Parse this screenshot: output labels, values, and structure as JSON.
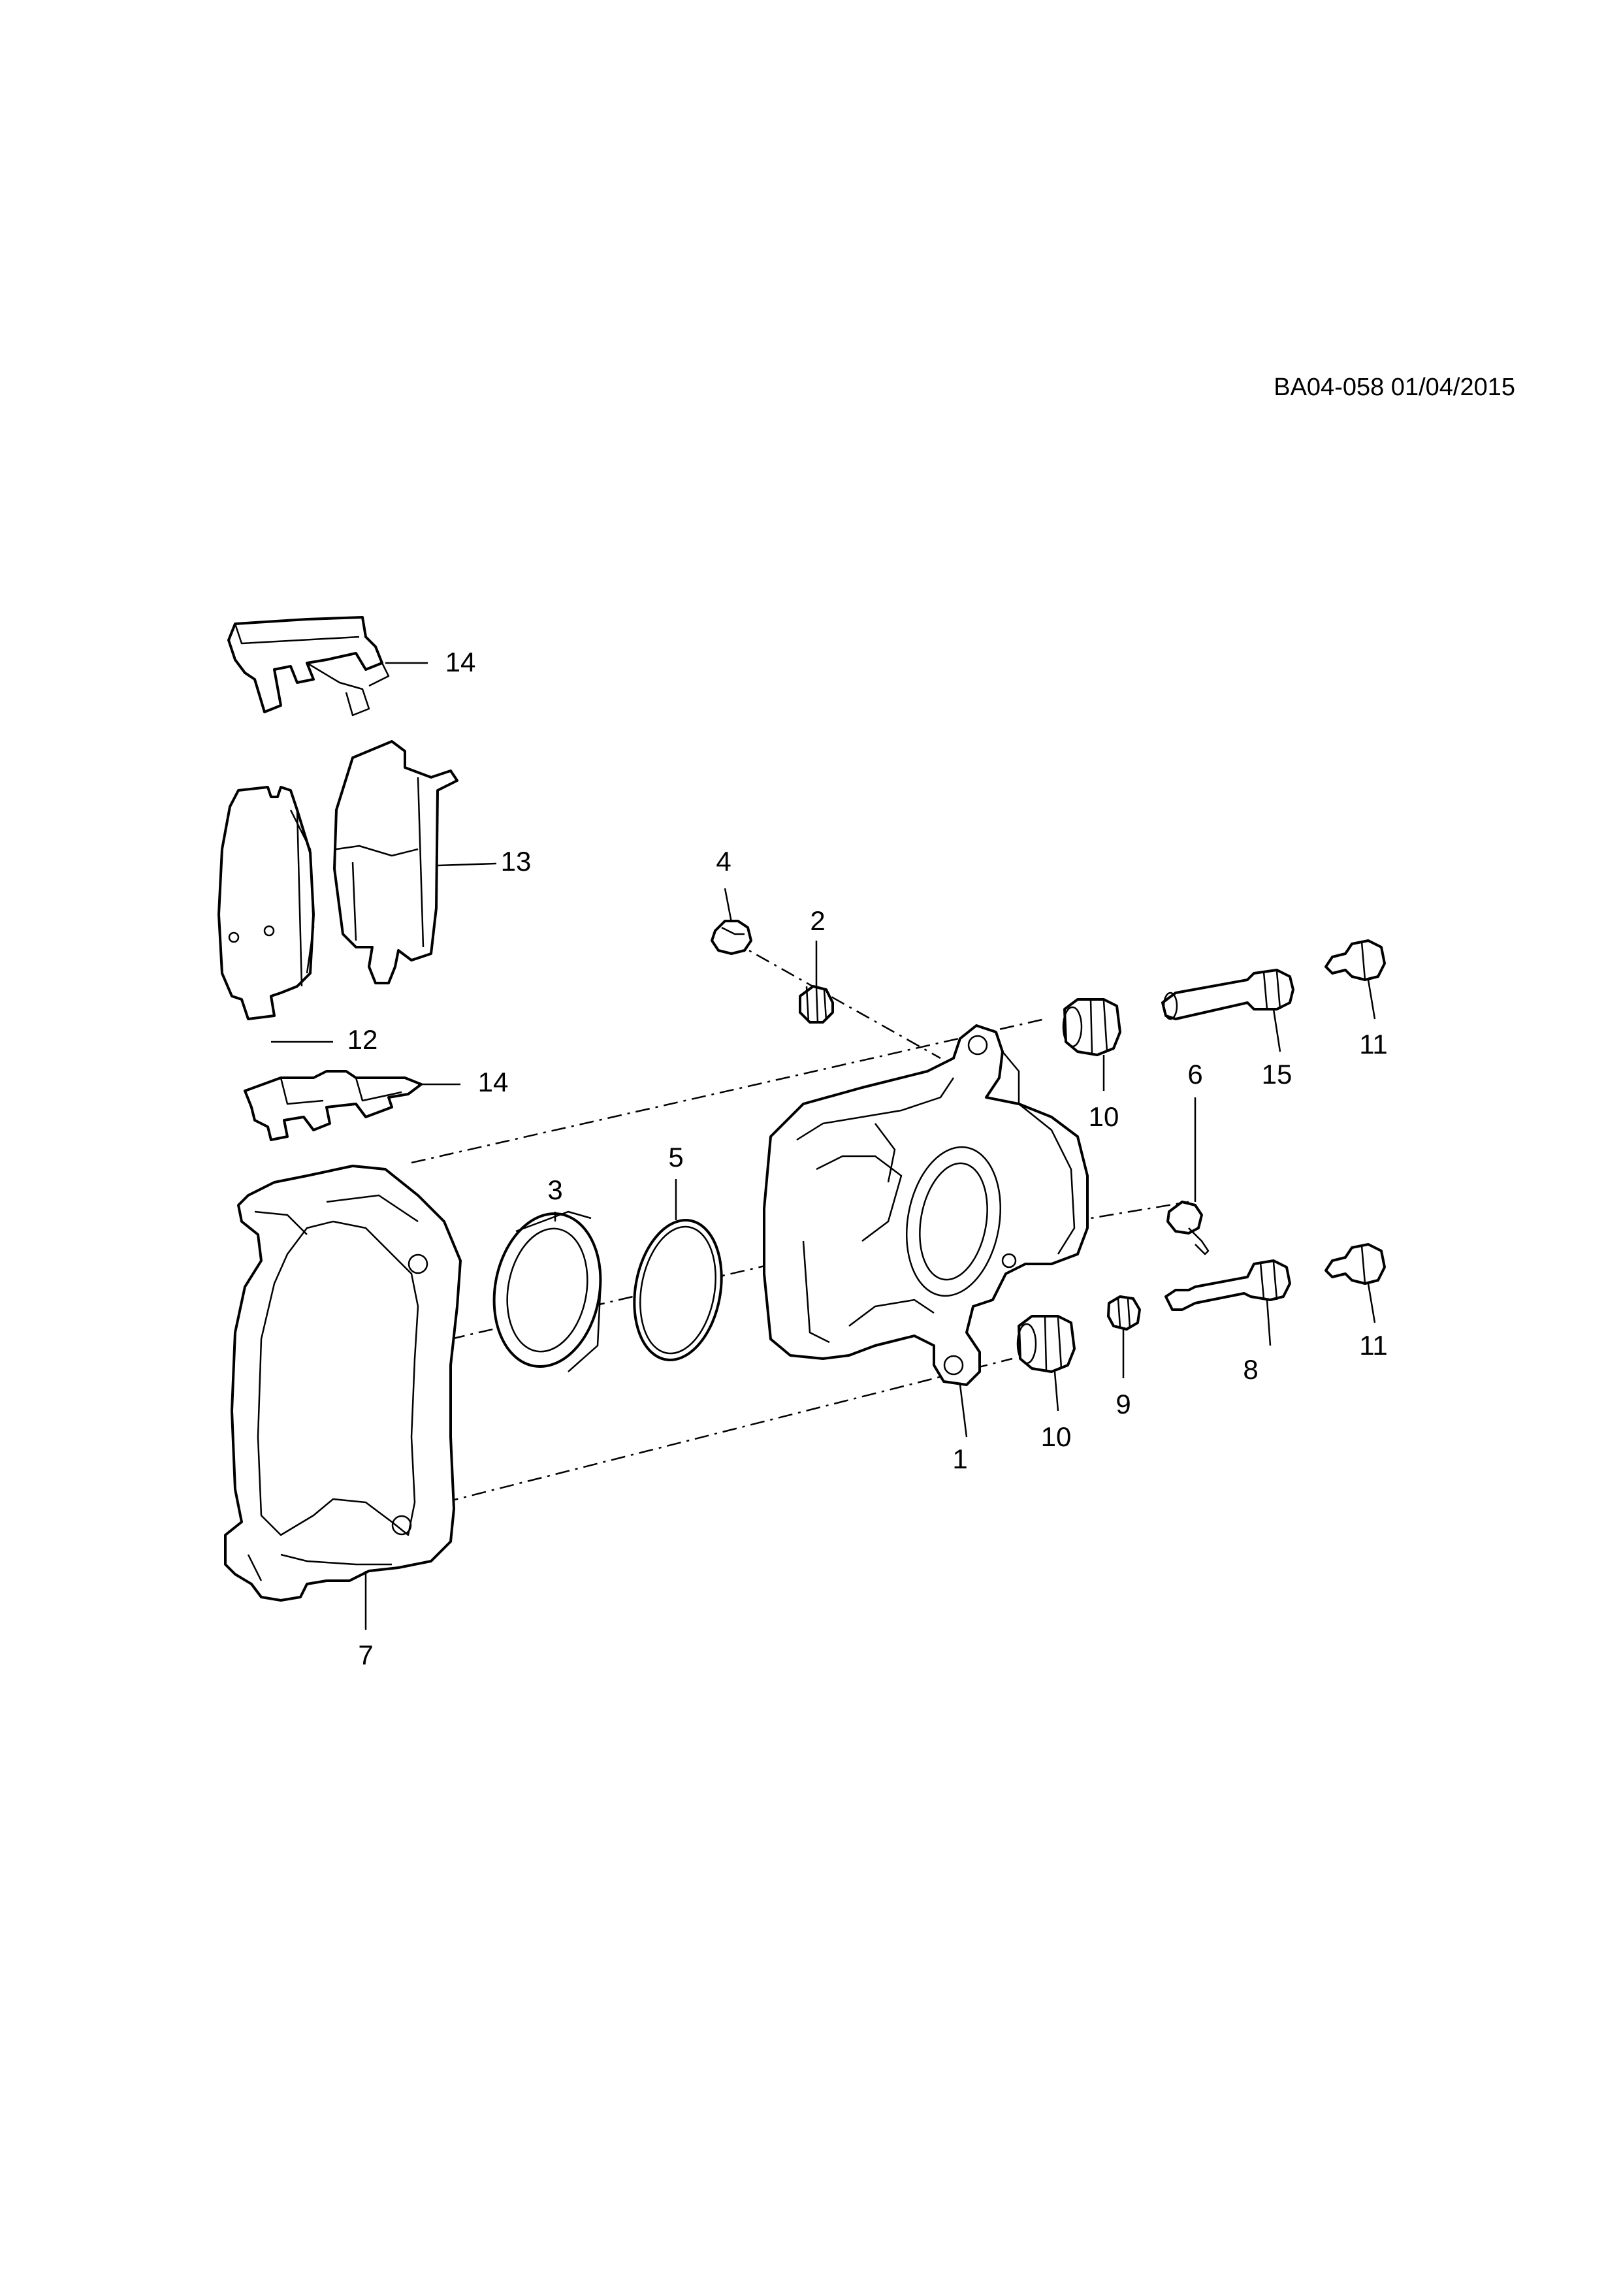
{
  "diagram": {
    "reference": "BA04-058 01/04/2015",
    "callouts": [
      {
        "id": "callout-1",
        "text": "1"
      },
      {
        "id": "callout-2",
        "text": "2"
      },
      {
        "id": "callout-3",
        "text": "3"
      },
      {
        "id": "callout-4",
        "text": "4"
      },
      {
        "id": "callout-5",
        "text": "5"
      },
      {
        "id": "callout-6",
        "text": "6"
      },
      {
        "id": "callout-7",
        "text": "7"
      },
      {
        "id": "callout-8",
        "text": "8"
      },
      {
        "id": "callout-9",
        "text": "9"
      },
      {
        "id": "callout-10a",
        "text": "10"
      },
      {
        "id": "callout-10b",
        "text": "10"
      },
      {
        "id": "callout-11a",
        "text": "11"
      },
      {
        "id": "callout-11b",
        "text": "11"
      },
      {
        "id": "callout-12",
        "text": "12"
      },
      {
        "id": "callout-13",
        "text": "13"
      },
      {
        "id": "callout-14a",
        "text": "14"
      },
      {
        "id": "callout-14b",
        "text": "14"
      },
      {
        "id": "callout-15",
        "text": "15"
      }
    ]
  }
}
